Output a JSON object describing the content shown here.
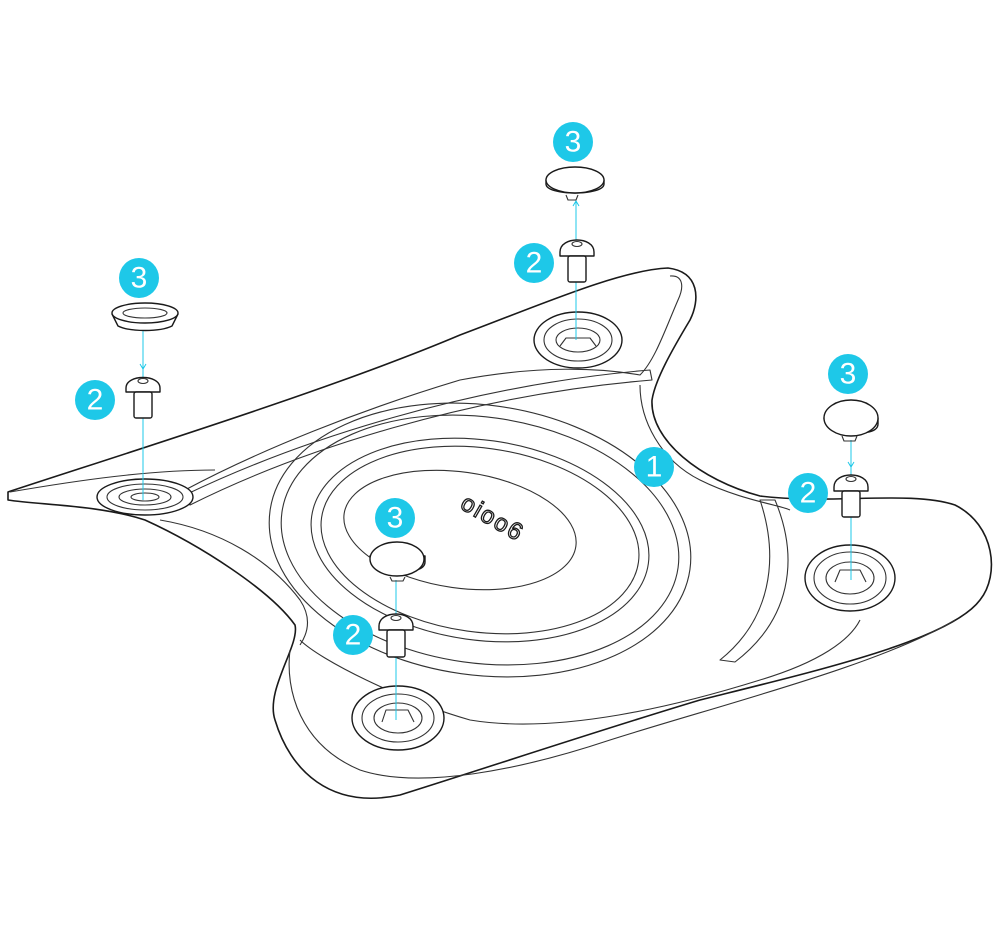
{
  "colors": {
    "callout": "#1ec8e8",
    "guide_line": "#1ec8e8",
    "line": "#1a1a1a",
    "background": "#ffffff"
  },
  "logo": {
    "text": "oioo6"
  },
  "callouts": [
    {
      "id": "part-1-label",
      "label": "1"
    },
    {
      "id": "screw-left-label",
      "label": "2"
    },
    {
      "id": "cap-left-label",
      "label": "3"
    },
    {
      "id": "screw-top-label",
      "label": "2"
    },
    {
      "id": "cap-top-label",
      "label": "3"
    },
    {
      "id": "screw-right-label",
      "label": "2"
    },
    {
      "id": "cap-right-label",
      "label": "3"
    },
    {
      "id": "screw-center-label",
      "label": "2"
    },
    {
      "id": "cap-center-label",
      "label": "3"
    }
  ]
}
